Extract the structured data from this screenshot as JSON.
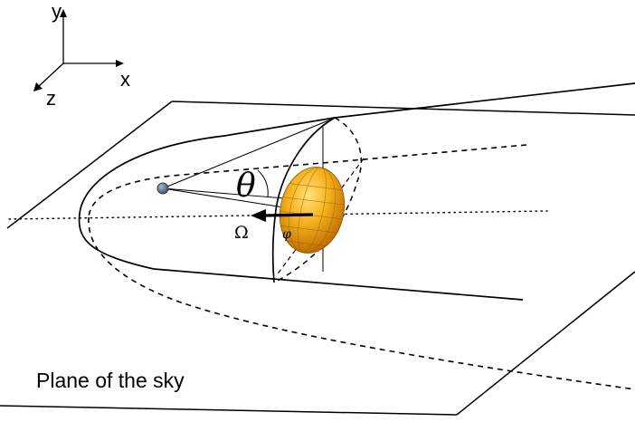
{
  "axes": {
    "x_label": "x",
    "y_label": "y",
    "z_label": "z"
  },
  "symbols": {
    "theta": "θ",
    "omega": "Ω",
    "phi": "φ"
  },
  "plane_label": "Plane of the sky",
  "colors": {
    "ellipsoid_light": "#ffd24a",
    "ellipsoid_mid": "#f2a412",
    "ellipsoid_dark": "#b86800",
    "star": "#5a6f8a"
  }
}
